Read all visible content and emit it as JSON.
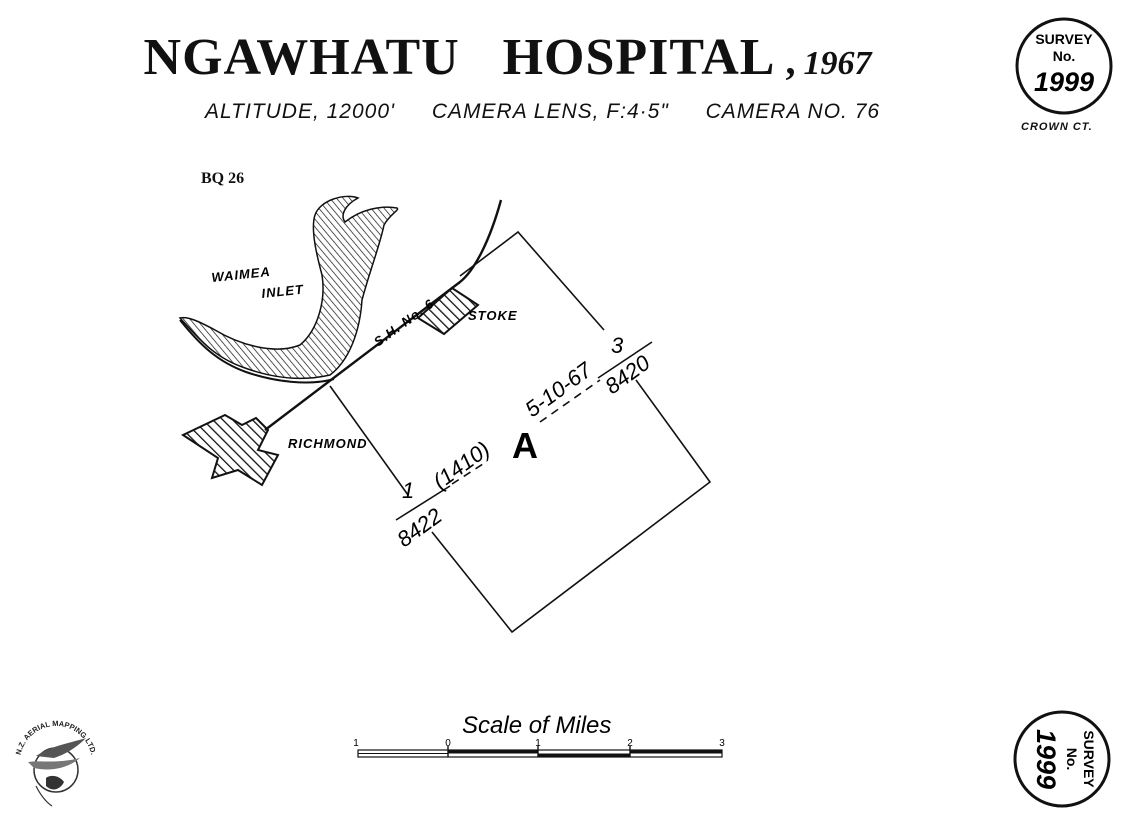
{
  "title": {
    "name_main_1": "NGAWHATU",
    "name_main_2": "HOSPITAL",
    "comma": ",",
    "year": "1967"
  },
  "subtitle": {
    "altitude": "ALTITUDE, 12000'",
    "lens": "CAMERA LENS, F:4·5\"",
    "camera": "CAMERA NO. 76"
  },
  "sheet_ref": "BQ 26",
  "survey_stamp": {
    "line1": "SURVEY",
    "line2": "No.",
    "number": "1999"
  },
  "crown": "CROWN CT.",
  "map": {
    "labels": {
      "inlet_line1": "WAIMEA",
      "inlet_line2": "INLET",
      "road": "S.H. No. 6",
      "town_stoke": "STOKE",
      "town_richmond": "RICHMOND"
    },
    "flight_line": {
      "run_letter": "A",
      "date": "5-10-67",
      "frames": "(1410)",
      "start_frame": "1",
      "start_negative": "8422",
      "end_frame": "3",
      "end_negative": "8420"
    }
  },
  "scale_bar": {
    "title": "Scale of Miles",
    "ticks": [
      "1",
      "0",
      "1",
      "2",
      "3"
    ]
  },
  "logo": {
    "text": "N.Z. AERIAL MAPPING LTD."
  },
  "colors": {
    "ink": "#111111",
    "paper": "#ffffff"
  }
}
